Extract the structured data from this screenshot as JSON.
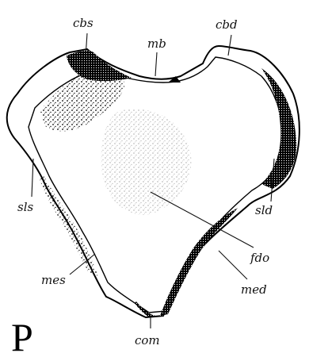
{
  "figure": {
    "panel_letter": "P",
    "labels": {
      "cbs": "cbs",
      "mb": "mb",
      "cbd": "cbd",
      "sls": "sls",
      "sld": "sld",
      "fdo": "fdo",
      "mes": "mes",
      "med": "med",
      "com": "com"
    }
  }
}
